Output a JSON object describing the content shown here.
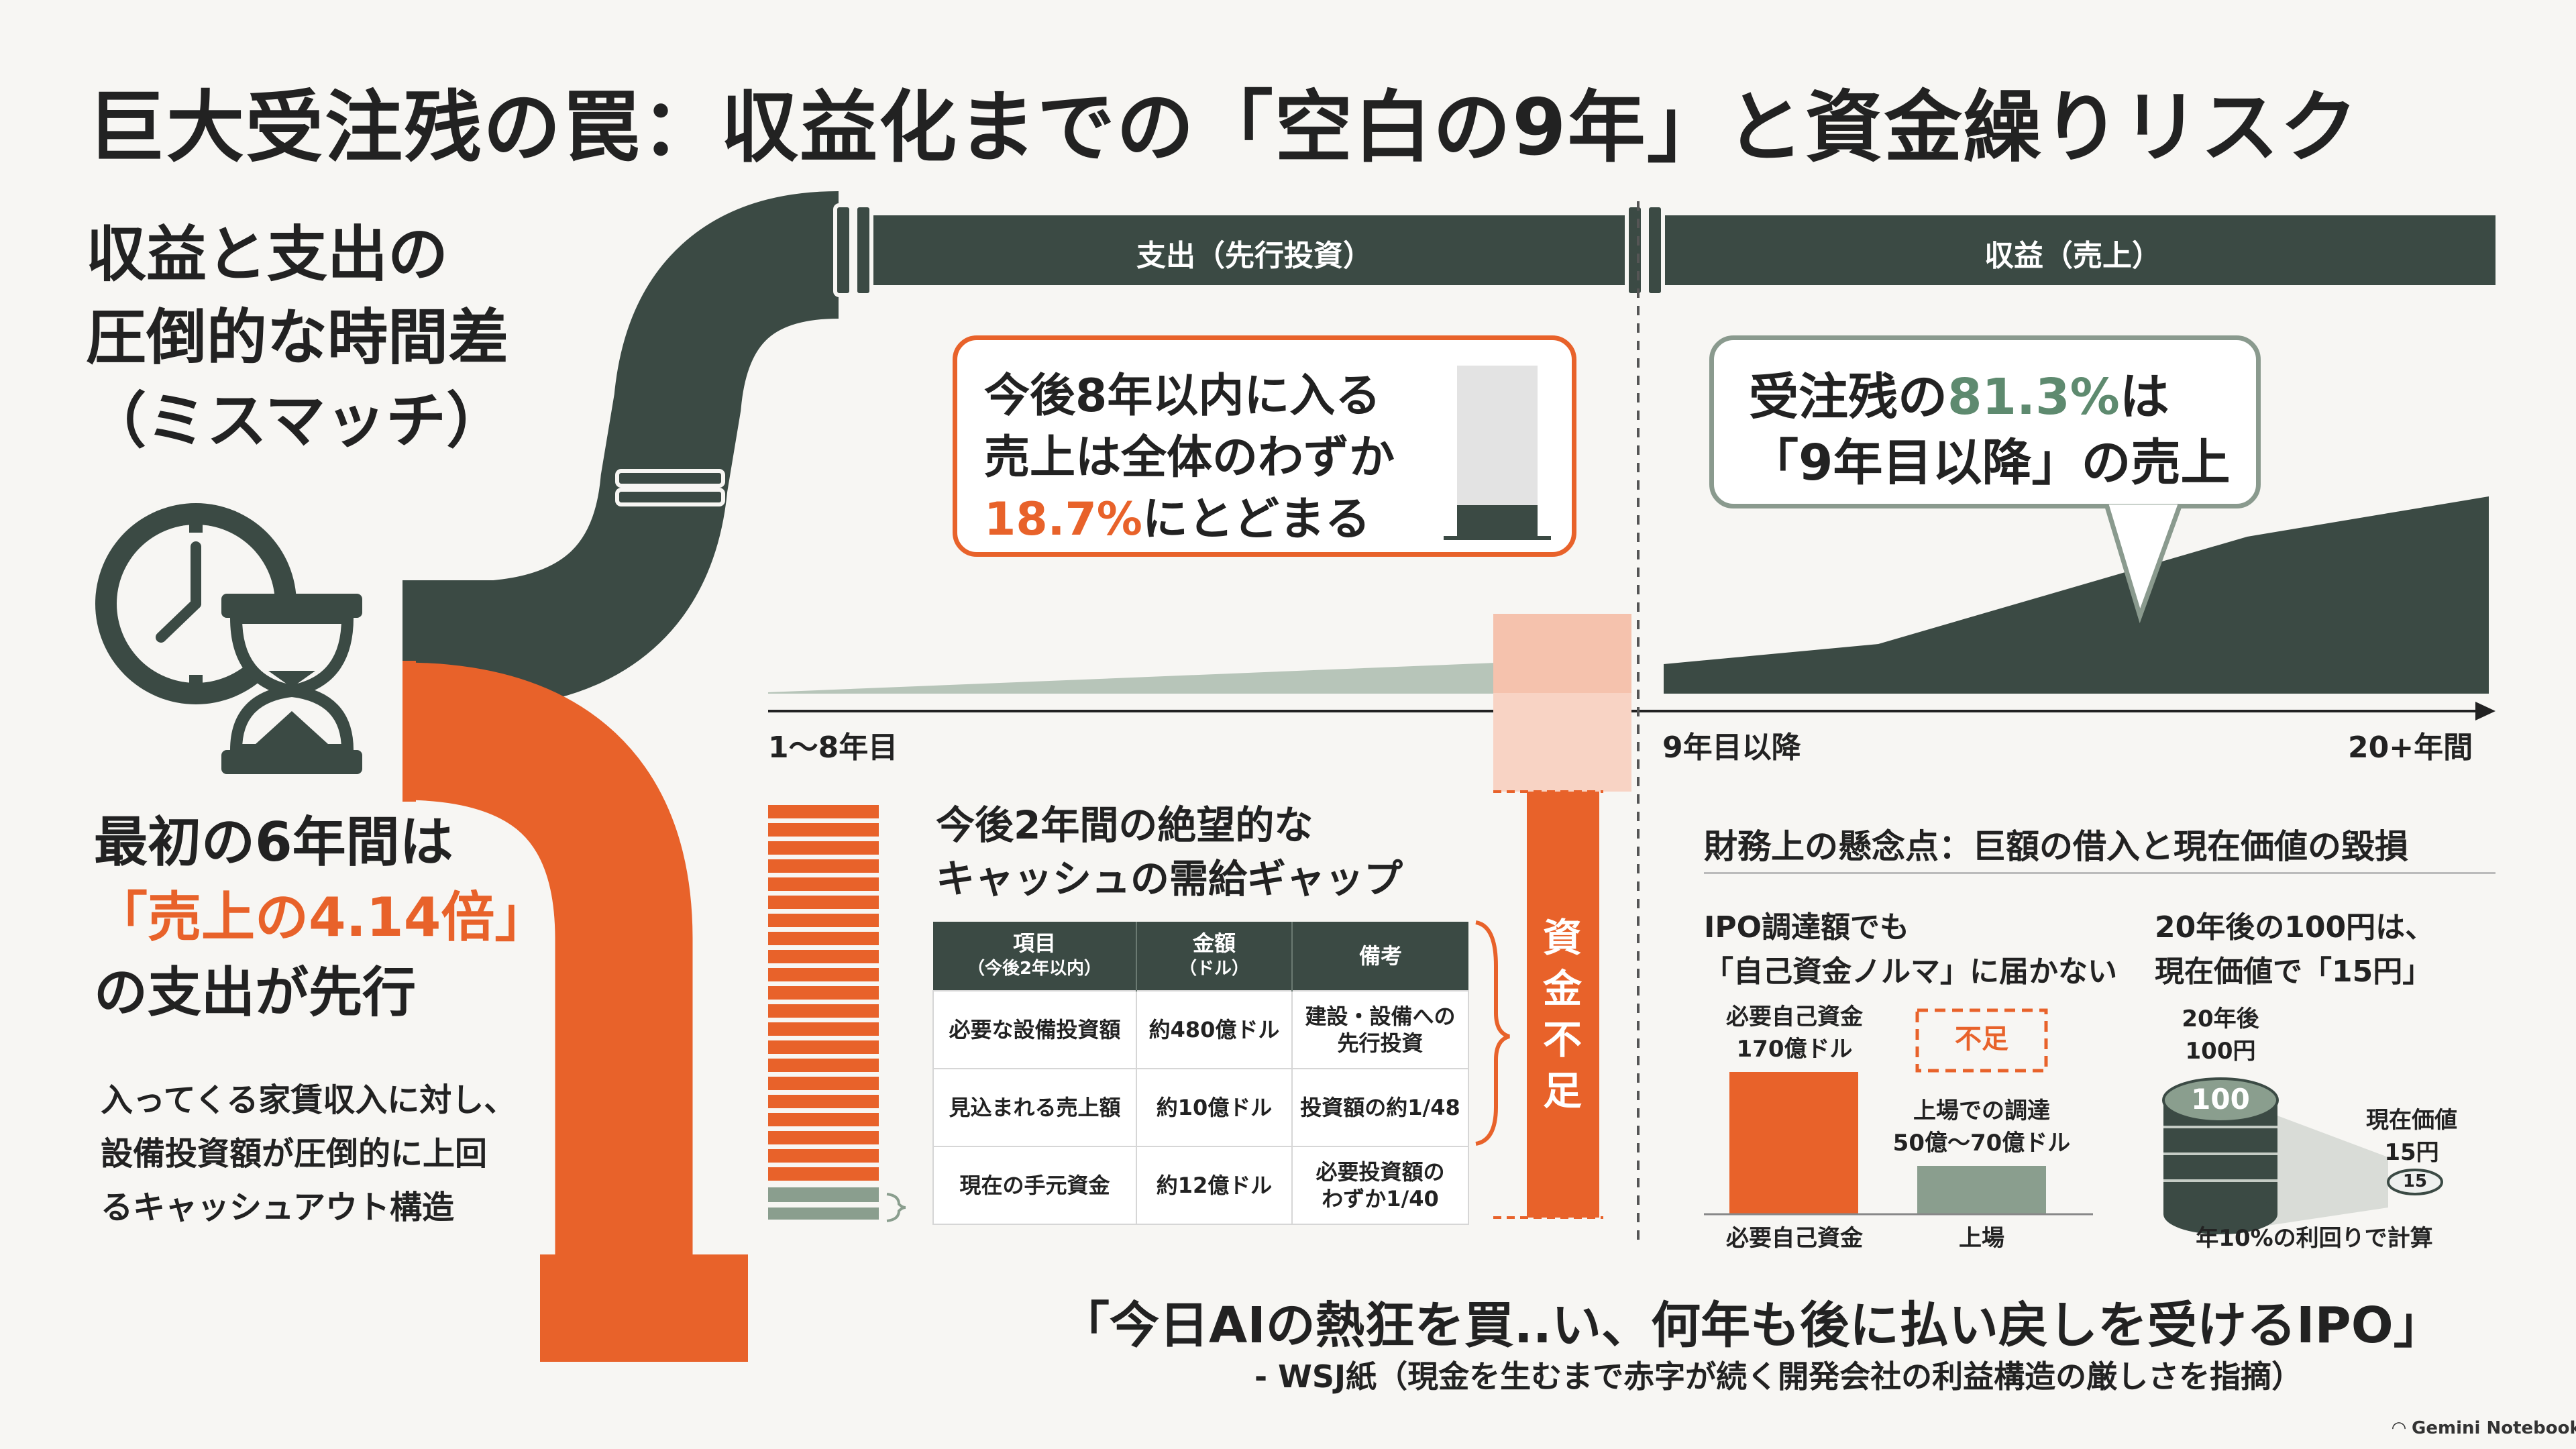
{
  "title": "巨大受注残の罠：収益化までの「空白の9年」と資金繰りリスク",
  "left": {
    "heading_lines": [
      "収益と支出の",
      "圧倒的な時間差",
      "（ミスマッチ）"
    ],
    "clock_icon": "clock-hourglass-icon",
    "spend_line1": "最初の6年間は",
    "spend_highlight": "「売上の4.14倍」",
    "spend_line3": "の支出が先行",
    "body_lines": [
      "入ってくる家賃収入に対し、",
      "設備投資額が圧倒的に上回",
      "るキャッシュアウト構造"
    ]
  },
  "pipeline": {
    "expense_label": "支出（先行投資）",
    "revenue_label": "収益（売上）"
  },
  "callout_early": {
    "line1": "今後8年以内に入る",
    "line2": "売上は全体のわずか",
    "percent": "18.7%",
    "line3_rest": "にとどまる",
    "bar_fill_percent": 18.7
  },
  "callout_late": {
    "line1_pre": "受注残の",
    "percent": "81.3%",
    "line1_post": "は",
    "line2": "「9年目以降」の売上"
  },
  "timeline": {
    "start_label": "1〜8年目",
    "mid_label": "9年目以降",
    "end_label": "20+年間"
  },
  "gap": {
    "heading_lines": [
      "今後2年間の絶望的な",
      "キャッシュの需給ギャップ"
    ],
    "table": {
      "headers": [
        [
          "項目",
          "（今後2年以内）"
        ],
        [
          "金額",
          "（ドル）"
        ],
        [
          "備考"
        ]
      ],
      "rows": [
        [
          "必要な設備投資額",
          "約480億ドル",
          "建設・設備への|先行投資"
        ],
        [
          "見込まれる売上額",
          "約10億ドル",
          "投資額の約1/48"
        ],
        [
          "現在の手元資金",
          "約12億ドル",
          "必要投資額の|わずか1/40"
        ]
      ]
    },
    "shortage_label": "資金不足"
  },
  "finance": {
    "heading": "財務上の懸念点：巨額の借入と現在価値の毀損",
    "ipo_lines": [
      "IPO調達額でも",
      "「自己資金ノルマ」に届かない"
    ],
    "required_label_lines": [
      "必要自己資金",
      "170億ドル"
    ],
    "shortfall_label": "不足",
    "listing_label_lines": [
      "上場での調達",
      "50億〜70億ドル"
    ],
    "bar1_axis": "必要自己資金",
    "bar2_axis": "上場",
    "pv_lines": [
      "20年後の100円は、",
      "現在価値で「15円」"
    ],
    "future_label_lines": [
      "20年後",
      "100円"
    ],
    "coin_future": "100",
    "present_label_lines": [
      "現在価値",
      "15円"
    ],
    "coin_present": "15",
    "pv_note": "年10%の利回りで計算"
  },
  "quote": {
    "text": "「今日AIの熱狂を買..い、何年も後に払い戻しを受けるIPO」",
    "source": "- WSJ紙（現金を生むまで赤字が続く開発会社の利益構造の厳しさを指摘）"
  },
  "brand": "Gemini Notebook",
  "colors": {
    "dark": "#3b4a44",
    "orange": "#e8622a",
    "sage": "#8a9e8e",
    "light_orange": "#f8d3c4"
  }
}
